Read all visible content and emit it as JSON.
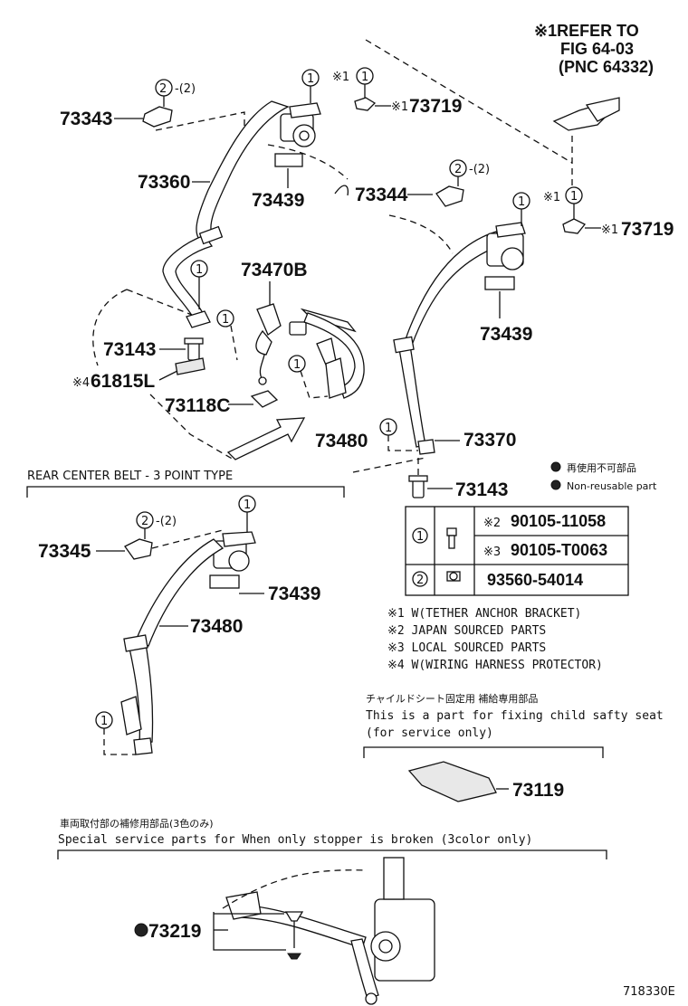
{
  "refer": {
    "line1": "※1REFER TO",
    "line2": "FIG 64-03",
    "line3": "(PNC 64332)"
  },
  "callouts": {
    "c1": "1",
    "c2": "2",
    "qty2": "-(2)",
    "note1": "※1",
    "note4": "※4"
  },
  "parts": {
    "p73343": "73343",
    "p73360": "73360",
    "p73439a": "73439",
    "p73344": "73344",
    "p73719a": "73719",
    "p73719b": "73719",
    "p73470B": "73470B",
    "p73143a": "73143",
    "p61815L": "61815L",
    "p73118C": "73118C",
    "p73480a": "73480",
    "p73439b": "73439",
    "p73370": "73370",
    "p73143b": "73143",
    "p73345": "73345",
    "p73439c": "73439",
    "p73480b": "73480",
    "p73119": "73119",
    "p73219": "73219",
    "figure_id": "718330E"
  },
  "rear_center_title": "REAR CENTER BELT - 3 POINT TYPE",
  "legend": {
    "nonreuse_jp": "再使用不可部品",
    "nonreuse_en": "Non-reusable part"
  },
  "table": [
    {
      "callout": "1",
      "note": "※2",
      "part": "90105-11058"
    },
    {
      "callout": "",
      "note": "※3",
      "part": "90105-T0063"
    },
    {
      "callout": "2",
      "note": "",
      "part": "93560-54014"
    }
  ],
  "notes": [
    "※1 W(TETHER ANCHOR BRACKET)",
    "※2  JAPAN  SOURCED  PARTS",
    "※3  LOCAL  SOURCED  PARTS",
    "※4 W(WIRING HARNESS PROTECTOR)"
  ],
  "child_seat": {
    "jp": "チャイルドシート固定用  補給専用部品",
    "en1": "This is a part for fixing child safty seat",
    "en2": "(for service only)"
  },
  "repair": {
    "jp": "車両取付部の補修用部品(3色のみ)",
    "en": "Special  service  parts  for  When  only  stopper  is  broken  (3color  only)"
  }
}
